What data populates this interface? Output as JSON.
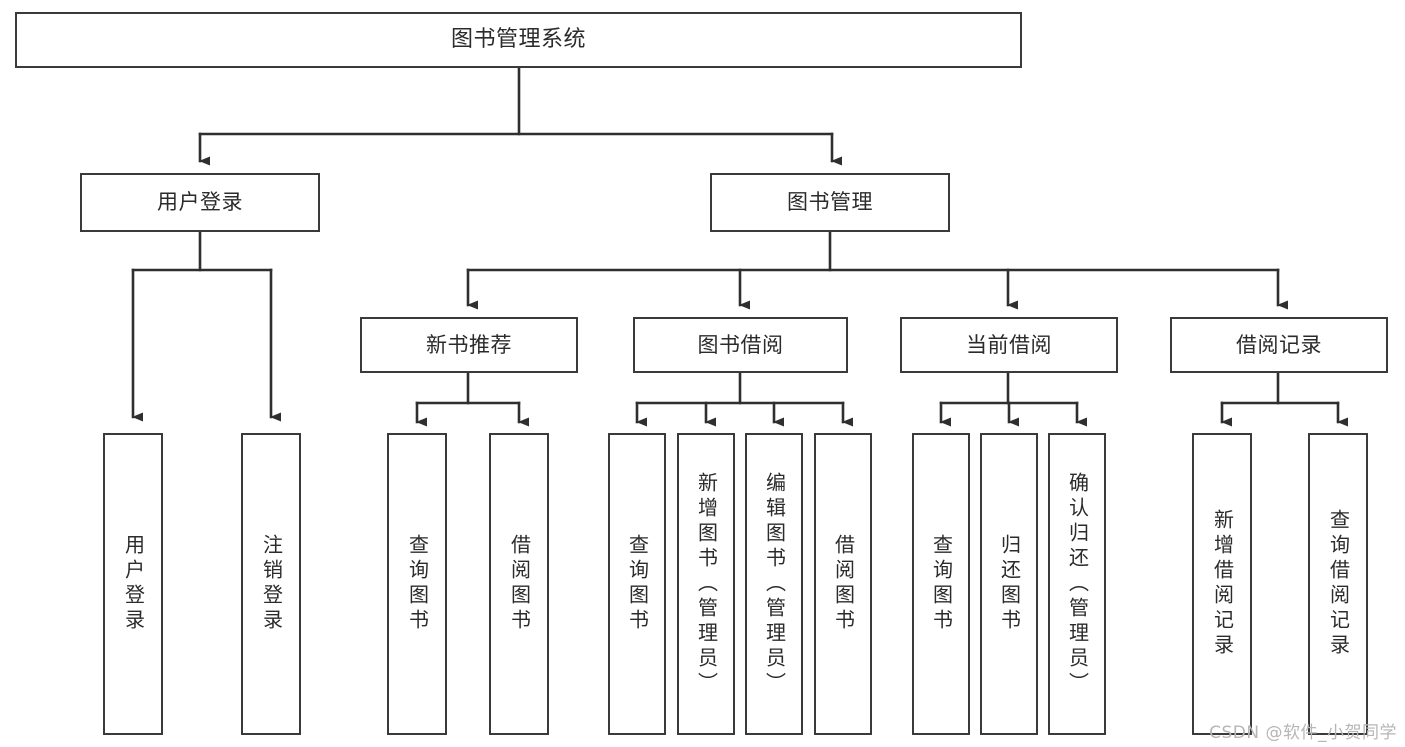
{
  "diagram": {
    "title": "图书管理系统",
    "type": "tree",
    "stroke_color": "#3a3a3a",
    "text_color": "#2b2b2b",
    "background": "#ffffff",
    "watermark": "CSDN @软件_小贺同学"
  },
  "nodes": {
    "root": {
      "label": "图书管理系统"
    },
    "level2": [
      {
        "id": "user-login",
        "label": "用户登录"
      },
      {
        "id": "book-manage",
        "label": "图书管理"
      }
    ],
    "level3": [
      {
        "id": "new-book-recommend",
        "label": "新书推荐"
      },
      {
        "id": "book-borrow",
        "label": "图书借阅"
      },
      {
        "id": "current-borrow",
        "label": "当前借阅"
      },
      {
        "id": "borrow-record",
        "label": "借阅记录"
      }
    ],
    "leaves": {
      "user-login": [
        {
          "id": "leaf-user-login",
          "label": "用户登录"
        },
        {
          "id": "leaf-logout-login",
          "label": "注销登录"
        }
      ],
      "new-book-recommend": [
        {
          "id": "leaf-query-book-1",
          "label": "查询图书"
        },
        {
          "id": "leaf-borrow-book-1",
          "label": "借阅图书"
        }
      ],
      "book-borrow": [
        {
          "id": "leaf-query-book-2",
          "label": "查询图书"
        },
        {
          "id": "leaf-add-book",
          "label": "新增图书（管理员）"
        },
        {
          "id": "leaf-edit-book",
          "label": "编辑图书（管理员）"
        },
        {
          "id": "leaf-borrow-book-2",
          "label": "借阅图书"
        }
      ],
      "current-borrow": [
        {
          "id": "leaf-query-book-3",
          "label": "查询图书"
        },
        {
          "id": "leaf-return-book",
          "label": "归还图书"
        },
        {
          "id": "leaf-confirm-return",
          "label": "确认归还（管理员）"
        }
      ],
      "borrow-record": [
        {
          "id": "leaf-add-record",
          "label": "新增借阅记录"
        },
        {
          "id": "leaf-query-record",
          "label": "查询借阅记录"
        }
      ]
    }
  }
}
